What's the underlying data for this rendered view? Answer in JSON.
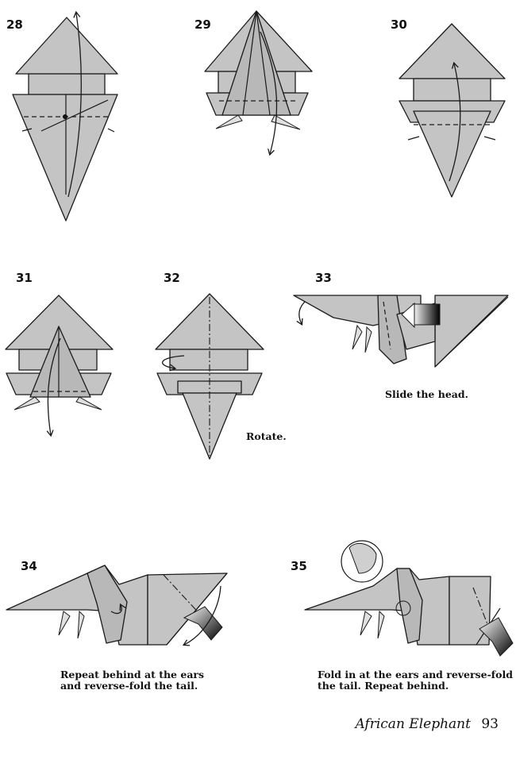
{
  "steps": [
    {
      "number": "28",
      "caption": ""
    },
    {
      "number": "29",
      "caption": ""
    },
    {
      "number": "30",
      "caption": ""
    },
    {
      "number": "31",
      "caption": ""
    },
    {
      "number": "32",
      "caption": "Rotate."
    },
    {
      "number": "33",
      "caption": "Slide the head."
    },
    {
      "number": "34",
      "caption_lines": [
        "Repeat behind at the ears",
        "and reverse-fold the tail."
      ]
    },
    {
      "number": "35",
      "caption_lines": [
        "Fold in at the ears and reverse-fold",
        "the tail. Repeat behind."
      ]
    }
  ],
  "footer": {
    "title": "African Elephant",
    "page_number": "93"
  },
  "colors": {
    "paper": "#c4c4c4",
    "line": "#1a1a1a",
    "background": "#ffffff"
  }
}
